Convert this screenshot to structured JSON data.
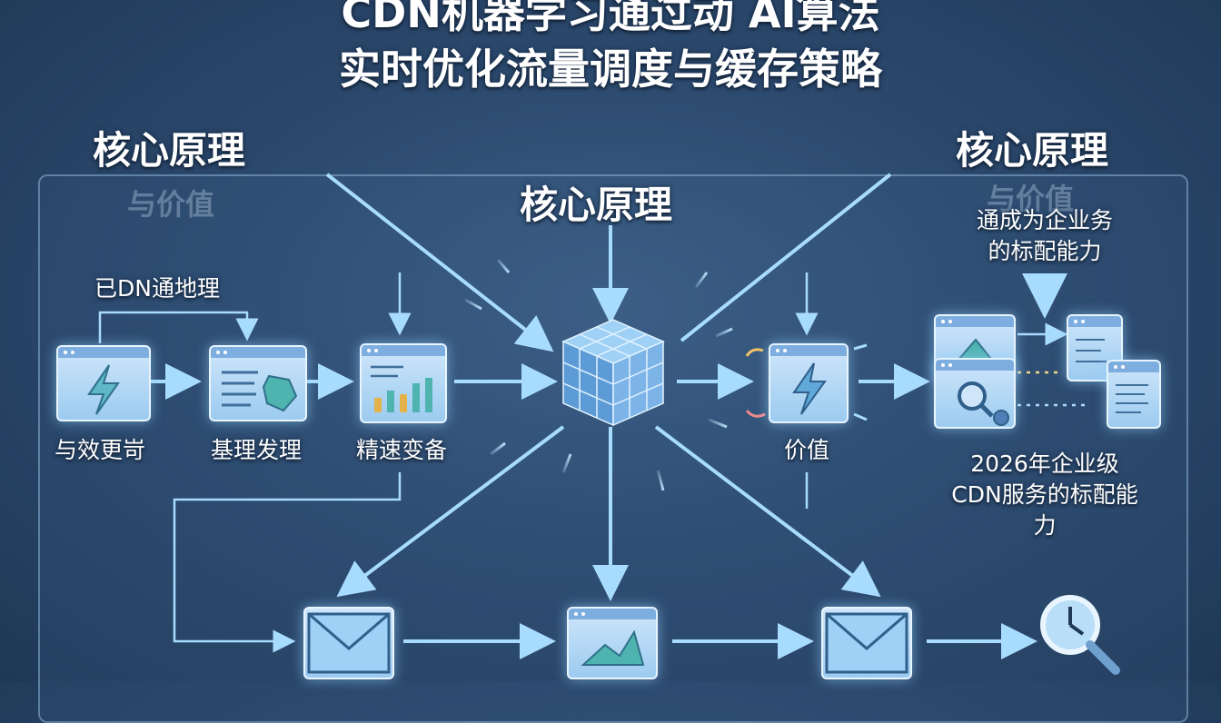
{
  "title": {
    "line1": "CDN机器学习通过动 AI算法",
    "line2": "实时优化流量调度与缓存策略"
  },
  "headings": {
    "left": "核心原理",
    "center": "核心原理",
    "right": "核心原理",
    "left_sub": "与价值",
    "right_sub": "与价值"
  },
  "left_flow": {
    "bracket_label": "已DN通地理",
    "labels": [
      "与效更岢",
      "基理发理",
      "精速变备"
    ]
  },
  "right_flow": {
    "top_note": "通成为企业务\n的标配能力",
    "value_label": "价值",
    "bottom_note": "2026年企业级\nCDN服务的标配能\n力"
  },
  "colors": {
    "accent": "#8fd3ff",
    "card": "#a9d2f3",
    "cube": "#7fb6ea"
  }
}
